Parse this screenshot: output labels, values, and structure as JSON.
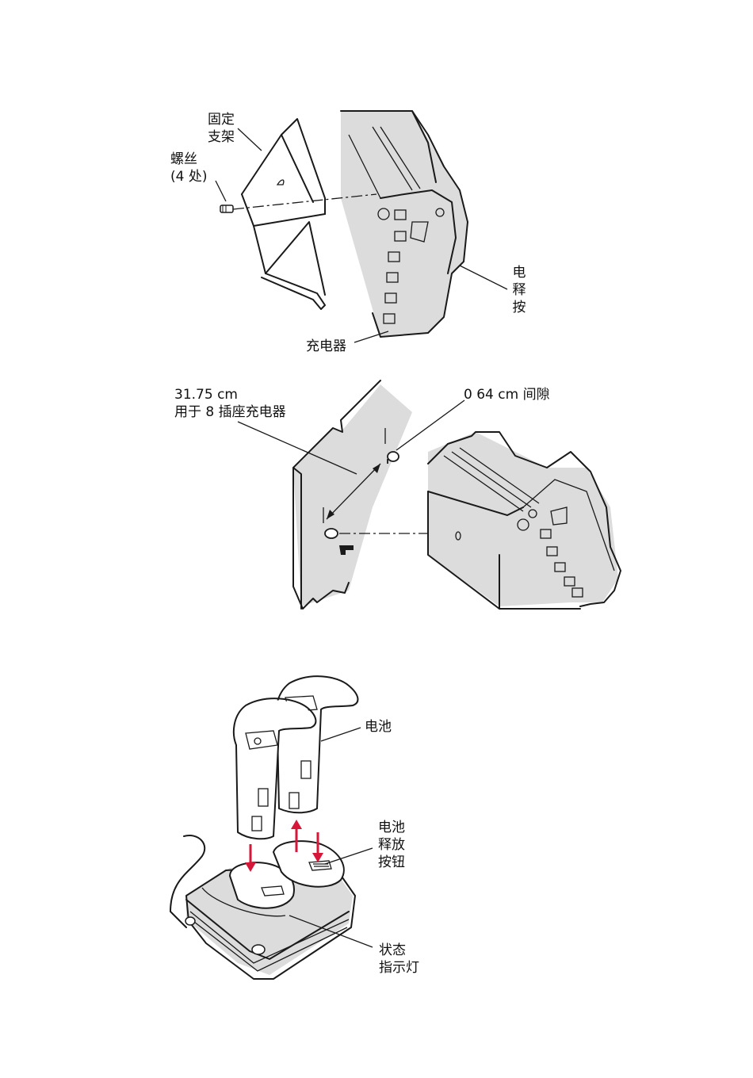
{
  "figure1": {
    "bracket_label": "固定\n支架",
    "screws_label": "螺丝\n(4 处)",
    "release_label": "电释按",
    "charger_label": "充电器"
  },
  "figure2": {
    "spacing_label": "31.75 cm\n用于 8 插座充电器",
    "gap_label": "0 64 cm 间隙"
  },
  "figure3": {
    "battery_label": "电池",
    "release_button_label": "电池\n释放\n按钮",
    "status_label": "状态\n指示灯"
  },
  "colors": {
    "arrow": "#d6173a",
    "line": "#1a1a1a",
    "shade": "#dcdcdc"
  }
}
